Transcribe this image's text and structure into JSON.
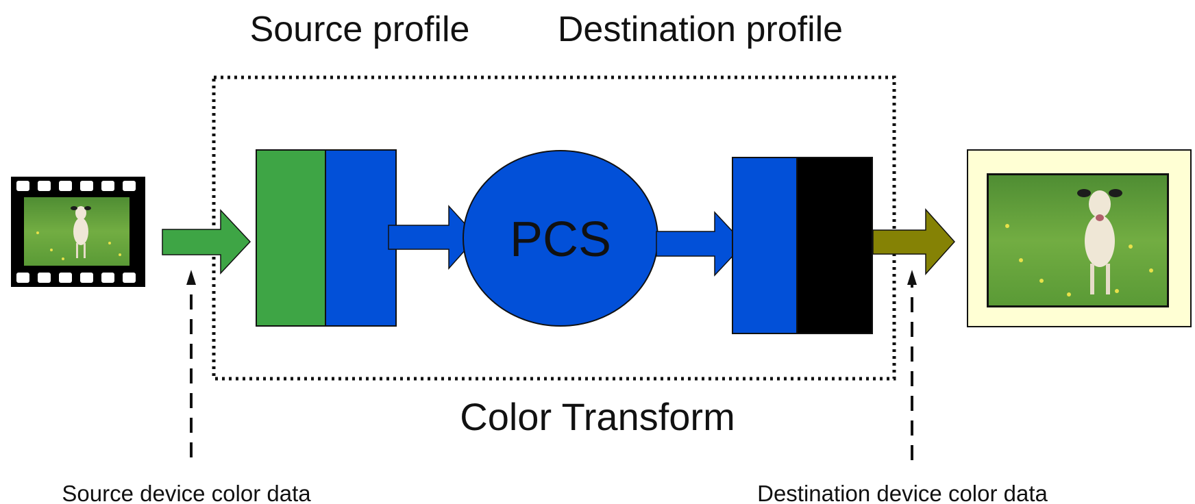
{
  "labels": {
    "source_profile": "Source profile",
    "destination_profile": "Destination profile",
    "pcs": "PCS",
    "color_transform": "Color Transform",
    "source_device_color_data": "Source device color data",
    "destination_device_color_data": "Destination device color data"
  },
  "colors": {
    "green": "#3ea545",
    "blue": "#0250d8",
    "black": "#000000",
    "olive": "#858205",
    "frame_bg": "#ffffd4",
    "grass": "#5f9e3a",
    "sky_green": "#79b24a"
  },
  "icons": {
    "source_image": "film-frame-photo-icon",
    "destination_image": "framed-print-photo-icon"
  }
}
